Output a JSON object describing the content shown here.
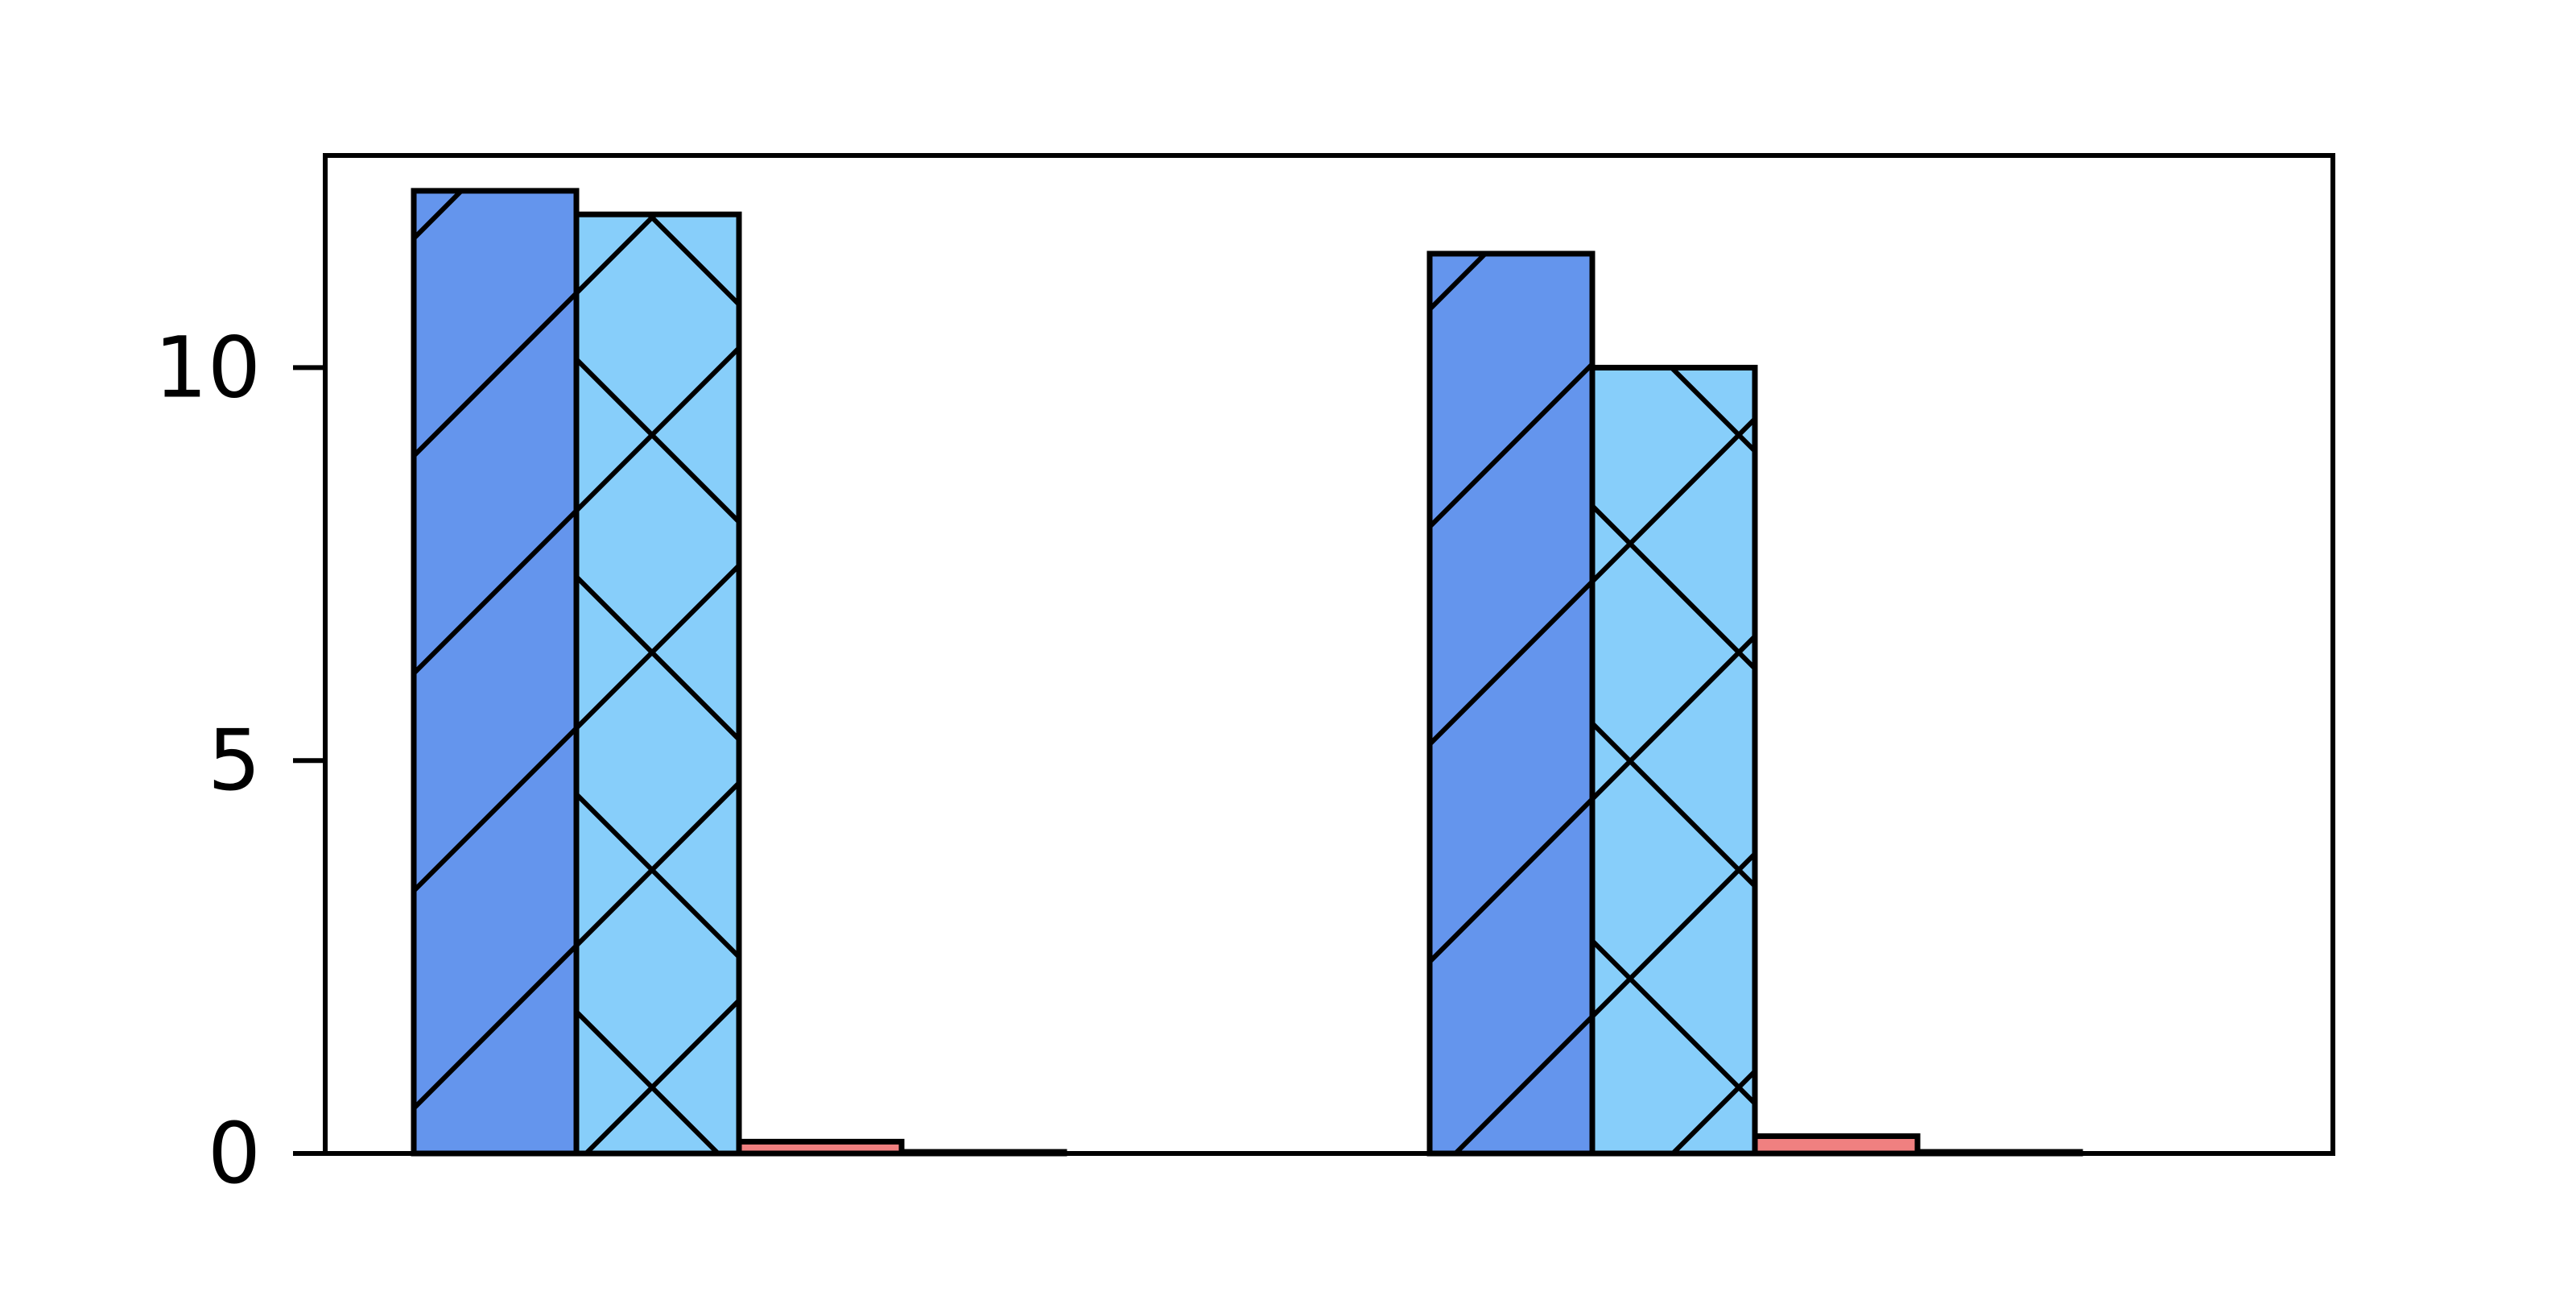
{
  "chart_data": {
    "type": "bar",
    "title": "",
    "xlabel": "",
    "ylabel": "",
    "ylim": [
      0,
      12.7
    ],
    "yticks": [
      0,
      5,
      10
    ],
    "group_count": 2,
    "series": [
      {
        "values": [
          12.25,
          11.45
        ],
        "color": "#6495ED",
        "hatch": "diagonal"
      },
      {
        "values": [
          11.95,
          10.0
        ],
        "color": "#87CEFA",
        "hatch": "cross"
      },
      {
        "values": [
          0.15,
          0.22
        ],
        "color": "#F08080",
        "hatch": "none"
      },
      {
        "values": [
          0.02,
          0.02
        ],
        "color": "#FFD700",
        "hatch": "none"
      }
    ],
    "grid": false,
    "legend": "none"
  }
}
